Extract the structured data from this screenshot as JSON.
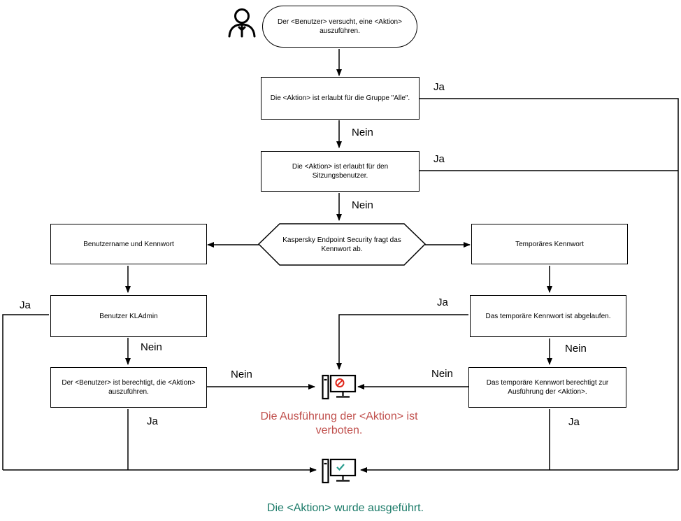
{
  "colors": {
    "stroke": "#000000",
    "denied_text": "#c0504d",
    "denied_icon": "#e0261b",
    "allowed_text": "#1a7a68",
    "allowed_icon": "#2a9d8f"
  },
  "nodes": {
    "start": "Der <Benutzer> versucht, eine <Aktion> auszuführen.",
    "group_all": "Die <Aktion> ist erlaubt für die Gruppe \"Alle\".",
    "session_user": "Die <Aktion> ist erlaubt für den Sitzungsbenutzer.",
    "prompt": "Kaspersky Endpoint Security fragt das Kennwort ab.",
    "user_password": "Benutzername und Kennwort",
    "temp_password": "Temporäres Kennwort",
    "kladmin": "Benutzer KLAdmin",
    "user_authorized": "Der <Benutzer> ist berechtigt, die <Aktion> auszuführen.",
    "temp_expired": "Das temporäre Kennwort ist abgelaufen.",
    "temp_authorized": "Das temporäre Kennwort berechtigt zur Ausführung der <Aktion>."
  },
  "labels": {
    "ja_group": "Ja",
    "nein_group": "Nein",
    "ja_session": "Ja",
    "nein_session": "Nein",
    "ja_kladmin": "Ja",
    "nein_kladmin": "Nein",
    "nein_user_auth": "Nein",
    "ja_user_auth": "Ja",
    "ja_temp_expired": "Ja",
    "nein_temp_expired": "Nein",
    "nein_temp_auth": "Nein",
    "ja_temp_auth": "Ja"
  },
  "results": {
    "denied": "Die Ausführung der <Aktion> ist verboten.",
    "allowed": "Die <Aktion> wurde ausgeführt."
  },
  "icons": {
    "start": "user-icon",
    "denied": "computer-denied-icon",
    "allowed": "computer-allowed-icon"
  }
}
